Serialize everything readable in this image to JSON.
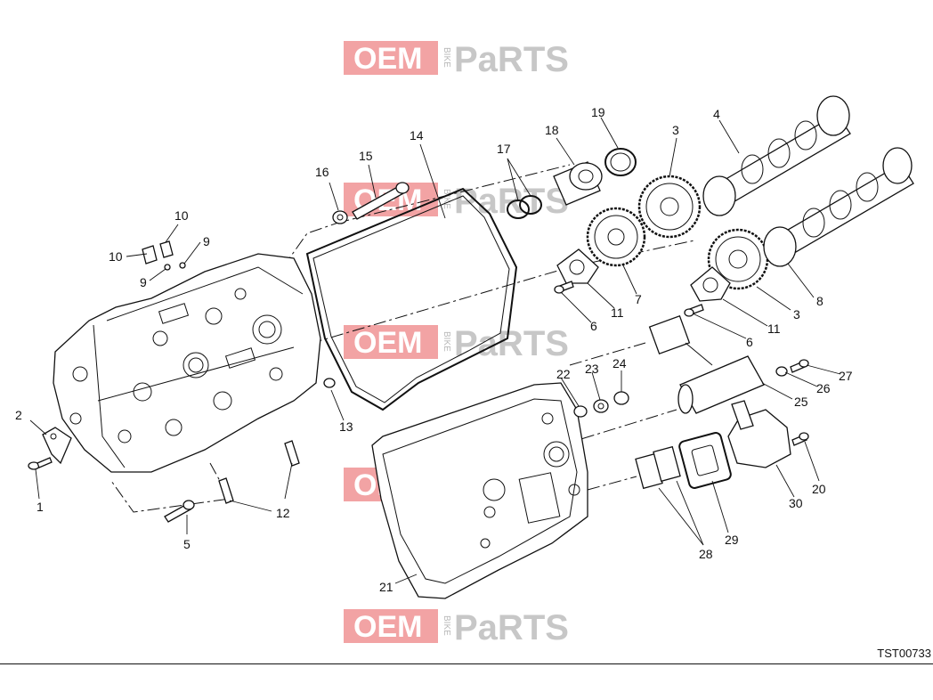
{
  "watermark": {
    "oem": "OEM",
    "bike": "BIKE",
    "parts": "PaRTS"
  },
  "reference_code": "TST00733",
  "callouts": [
    "1",
    "2",
    "3",
    "3",
    "4",
    "5",
    "6",
    "6",
    "7",
    "8",
    "9",
    "9",
    "10",
    "10",
    "11",
    "11",
    "12",
    "13",
    "14",
    "15",
    "16",
    "17",
    "18",
    "19",
    "20",
    "21",
    "22",
    "23",
    "24",
    "25",
    "26",
    "27",
    "28",
    "29",
    "30"
  ]
}
